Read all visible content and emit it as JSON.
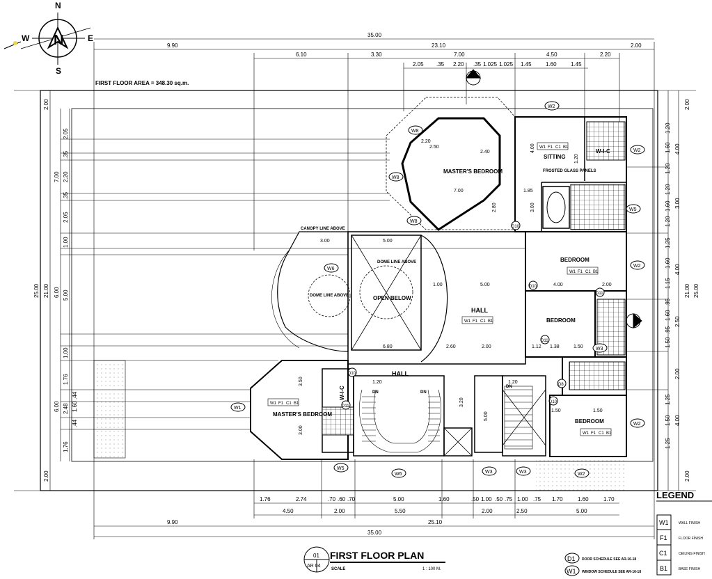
{
  "compass": {
    "n": "N",
    "s": "S",
    "e": "E",
    "w": "W",
    "sign": "N"
  },
  "area_note": "FIRST FLOOR AREA = 348.30 sq.m.",
  "dims_top": {
    "overall": "35.00",
    "row2": [
      "9.90",
      "23.10",
      "2.00"
    ],
    "row3": [
      "6.10",
      "3.30",
      "7.00",
      "4.50",
      "2.20"
    ],
    "row4": [
      "2.05",
      ".35",
      "2.20",
      ".35",
      "1.025",
      "1.025",
      "1.45",
      "1.60",
      "1.45"
    ]
  },
  "dims_bottom": {
    "row1": [
      "1.76",
      "2.74",
      ".70",
      ".60",
      ".70",
      "5.00",
      "1.60",
      ".50",
      "1.00",
      ".50",
      ".75",
      "1.00",
      ".75",
      "1.70",
      "1.60",
      "1.70"
    ],
    "row2": [
      "4.50",
      "2.00",
      "5.50",
      "2.00",
      "2.50",
      "5.00"
    ],
    "row3": [
      "9.90",
      "25.10"
    ],
    "overall": "35.00"
  },
  "dims_left": {
    "overall": "25.00",
    "mid": [
      "2.00",
      "21.00",
      "2.00"
    ],
    "sub": [
      "7.00",
      "6.00",
      "6.00"
    ],
    "fine": [
      "2.05",
      ".35",
      "2.20",
      ".35",
      "2.05",
      "1.00",
      "5.00",
      "1.00",
      "1.76",
      "2.48",
      "1.76",
      "1.60",
      ".44",
      ".44"
    ]
  },
  "dims_right": {
    "overall": "25.00",
    "mid": [
      "2.00",
      "21.00",
      "2.00"
    ],
    "sub": [
      "4.00",
      "3.00",
      "4.00",
      "2.50",
      "2.00",
      "4.00"
    ],
    "fine": [
      "1.20",
      "1.60",
      "1.20",
      "1.20",
      "1.60",
      "1.20",
      "1.25",
      "1.60",
      "1.15",
      ".95",
      "1.60",
      ".95",
      "1.50",
      "1.25",
      "1.50",
      "1.25"
    ]
  },
  "rooms": {
    "masters_bedroom_top": "MASTER'S BEDROOM",
    "sitting": "SITTING",
    "wic_top": "W-I-C",
    "frosted": "FROSTED GLASS PANELS",
    "bedroom_1": "BEDROOM",
    "bedroom_2": "BEDROOM",
    "bedroom_3": "BEDROOM",
    "hall_mid": "HALL",
    "hall_bottom": "HALL",
    "open_below": "OPEN BELOW",
    "dome_line": "DOME LINE ABOVE",
    "dome_line_2": "DOME LINE ABOVE",
    "canopy": "CANOPY LINE ABOVE",
    "masters_bedroom_left": "MASTER'S BEDROOM",
    "wic_left": "W-I-C",
    "dn1": "DN",
    "dn2": "DN",
    "dn3": "DN"
  },
  "interior_dims": [
    "2.20",
    "2.50",
    "2.40",
    "7.00",
    "2.80",
    "1.85",
    "3.00",
    "4.00",
    "1.20",
    "5.00",
    "3.00",
    "6.80",
    "1.00",
    "5.00",
    "4.00",
    "2.00",
    "2.60",
    "2.00",
    "1.12",
    "1.38",
    "1.50",
    "3.20",
    "5.00",
    "1.20",
    "1.20",
    "3.00",
    "3.50",
    "1.50",
    "1.50"
  ],
  "tags": {
    "W1": "W1",
    "W2": "W2",
    "W3": "W3",
    "W5": "W5",
    "W6": "W6",
    "W8": "W8",
    "D10": "D10",
    "D11": "D11",
    "D8": "D8",
    "D12": "D12"
  },
  "finish_tag": [
    "W1",
    "F1",
    "C1",
    "B1"
  ],
  "title_block": {
    "number": "01",
    "sheet": "AR 04",
    "title": "FIRST FLOOR PLAN",
    "scale_label": "SCALE",
    "scale_value": "1 : 100 M."
  },
  "schedule_notes": [
    {
      "tag": "D1",
      "text": "DOOR SCHEDULE SEE AR-16-18"
    },
    {
      "tag": "W1",
      "text": "WINDOW SCHEDULE SEE AR-16-18"
    }
  ],
  "legend": {
    "title": "LEGEND",
    "items": [
      {
        "code": "W1",
        "label": "WALL FINISH"
      },
      {
        "code": "F1",
        "label": "FLOOR FINISH"
      },
      {
        "code": "C1",
        "label": "CEILING FINISH"
      },
      {
        "code": "B1",
        "label": "BASE FINISH"
      }
    ]
  }
}
